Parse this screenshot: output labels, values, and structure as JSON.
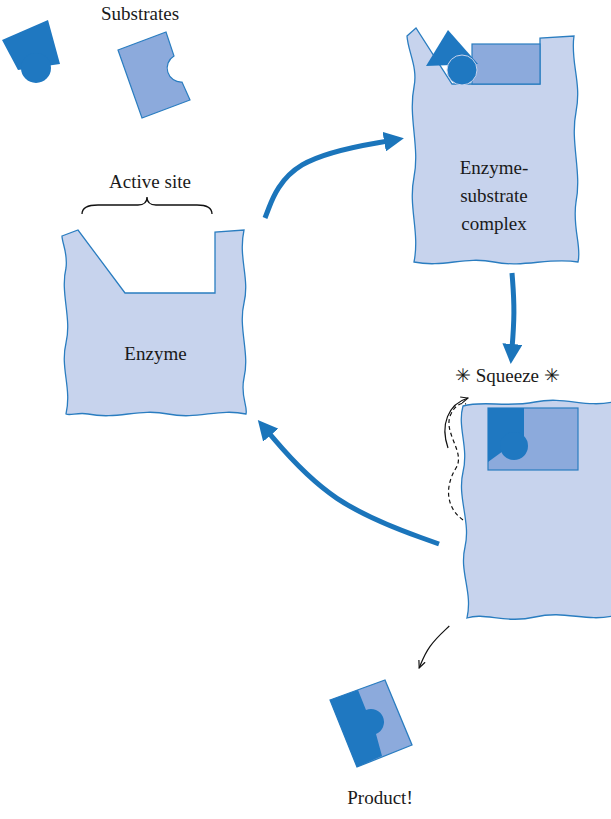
{
  "diagram": {
    "nodes": [
      {
        "text": [
          "Enzyme"
        ]
      },
      {
        "text": [
          "Enzyme-substrate complex"
        ]
      },
      {
        "text": [
          "✳ Squeeze ✳"
        ]
      },
      {
        "text": [
          "Product!"
        ]
      }
    ],
    "edges": [
      {
        "from": 0,
        "to": 1,
        "arrow": "to"
      },
      {
        "from": 1,
        "to": 2,
        "arrow": "to"
      },
      {
        "from": 2,
        "to": 0,
        "arrow": "to"
      },
      {
        "from": 2,
        "to": 3,
        "arrow": "to"
      }
    ],
    "labels": [
      "Substrates",
      "Active site"
    ]
  }
}
